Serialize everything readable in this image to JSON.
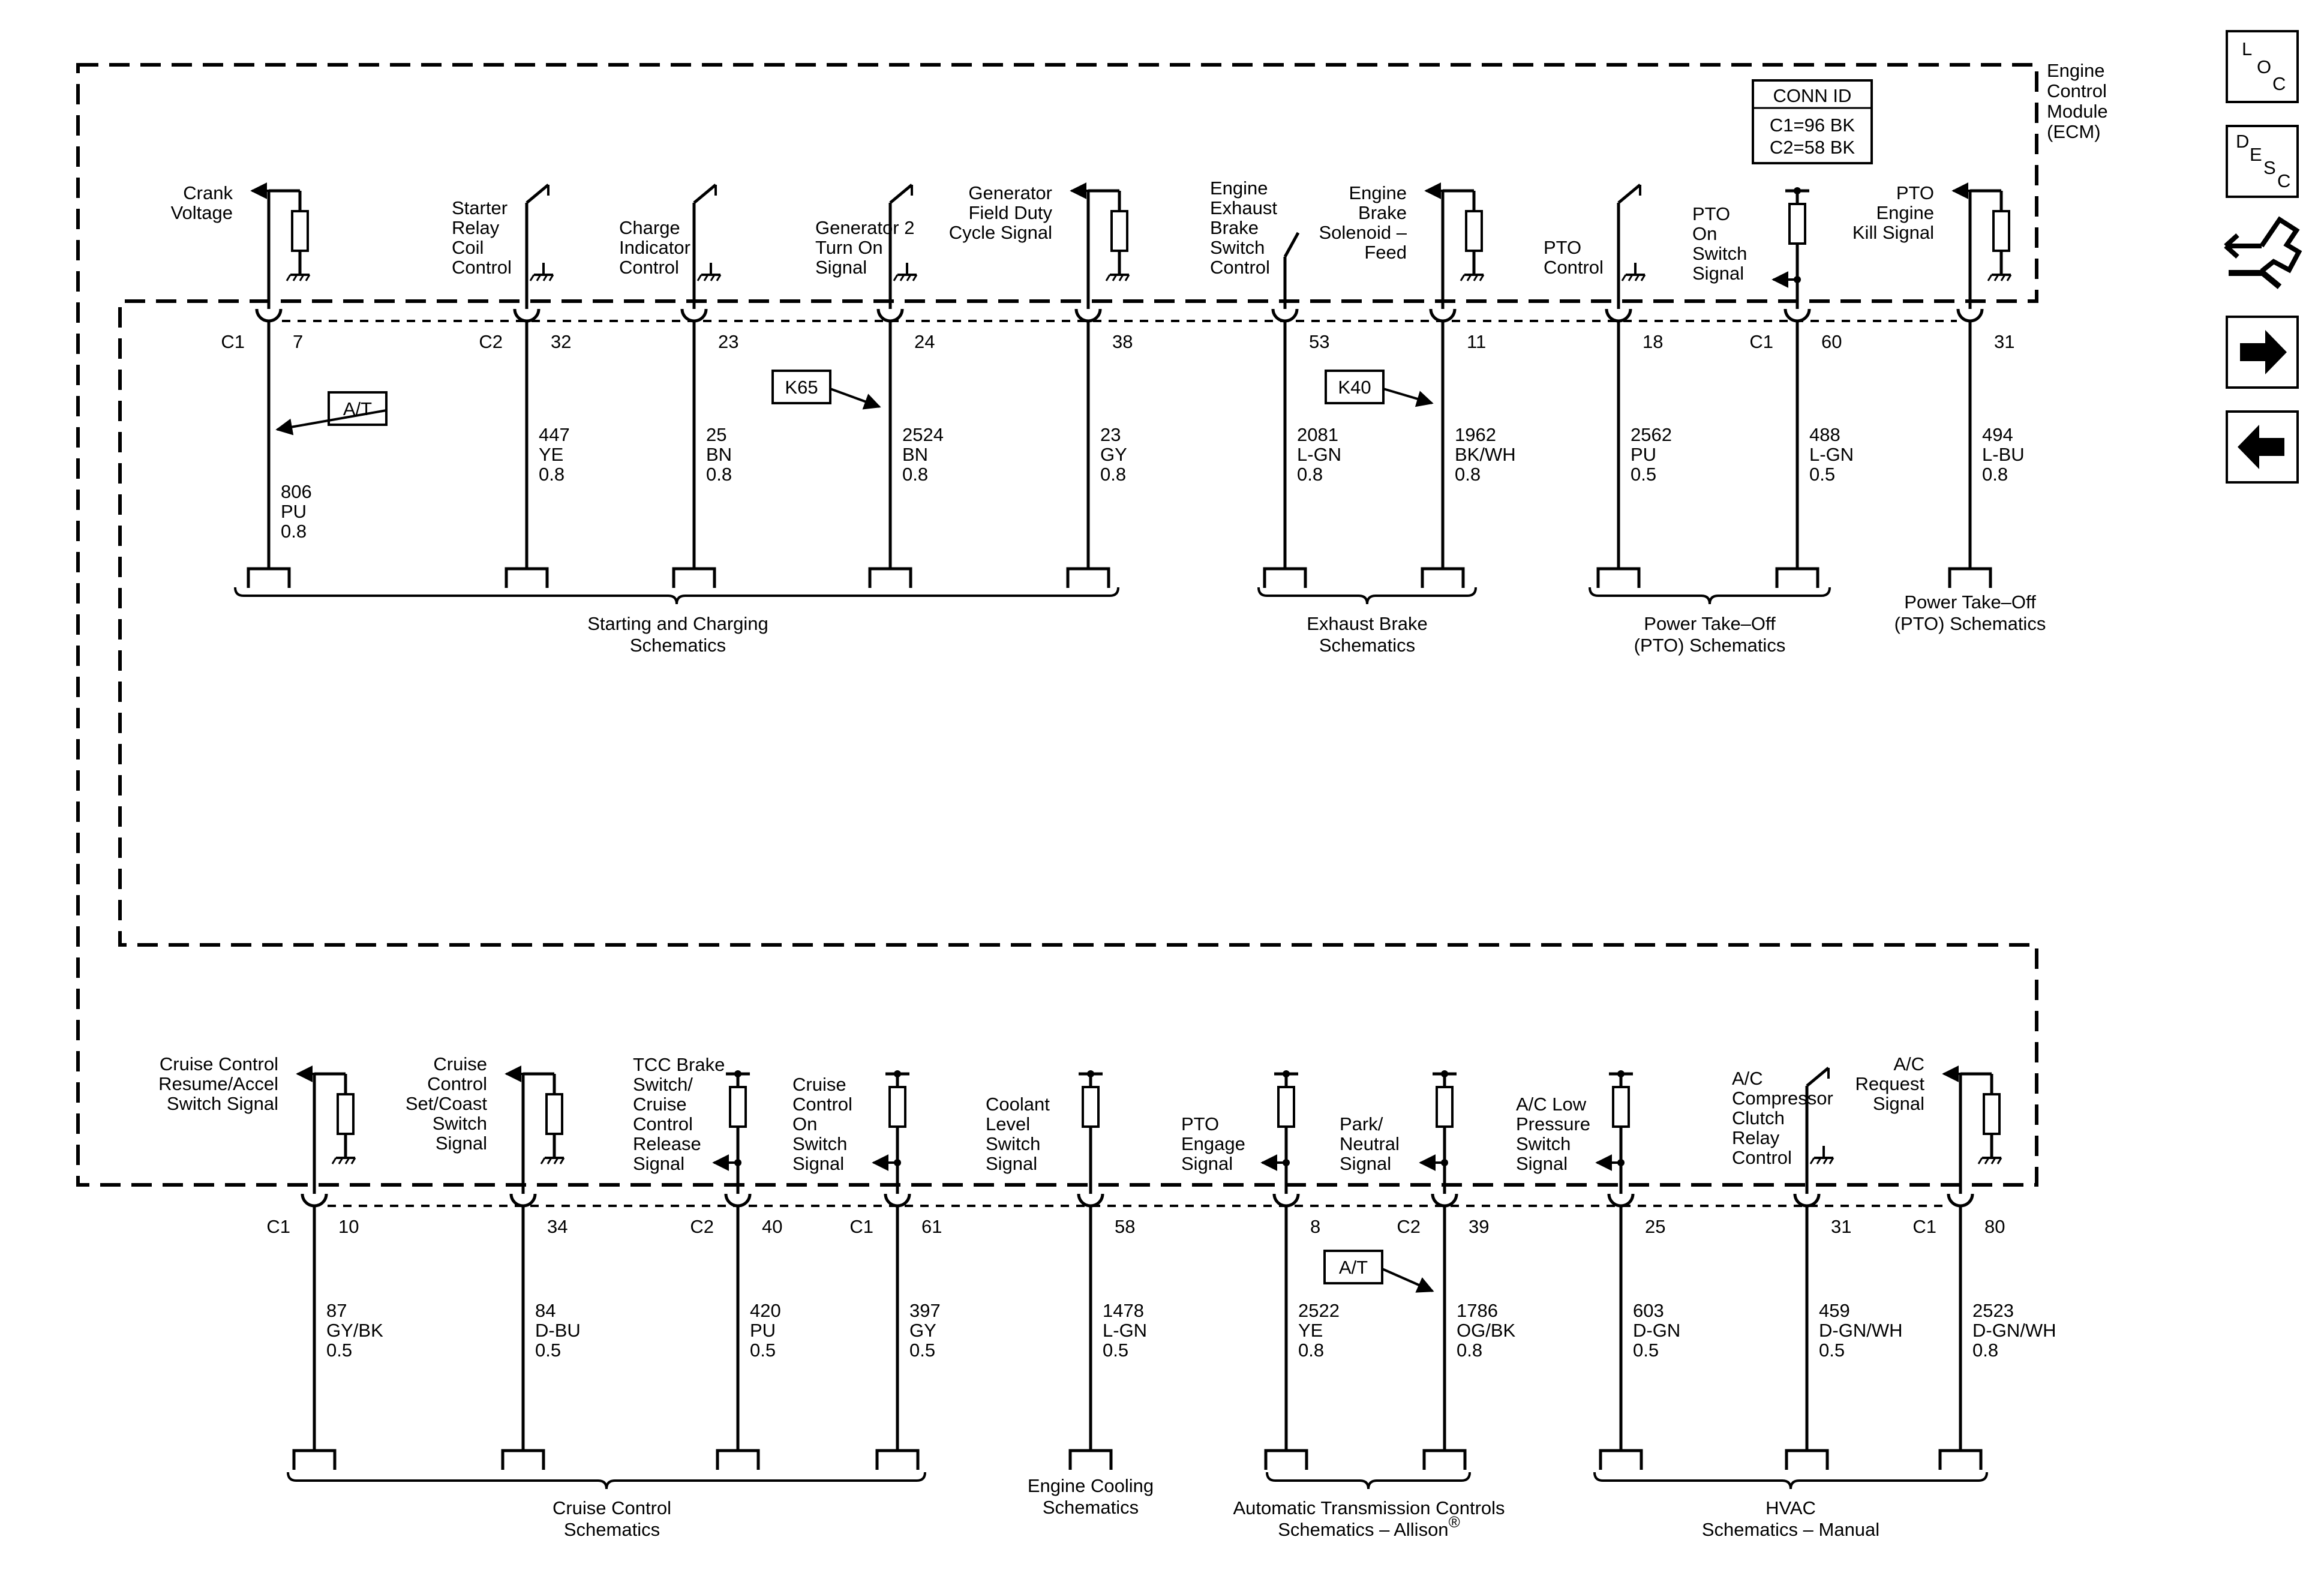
{
  "module_label": [
    "Engine",
    "Control",
    "Module",
    "(ECM)"
  ],
  "conn_id": {
    "title": "CONN ID",
    "c1": "C1=96 BK",
    "c2": "C2=58 BK"
  },
  "nav": {
    "loc": {
      "letters": [
        "L",
        "O",
        "C"
      ]
    },
    "desc": {
      "letters": [
        "D",
        "E",
        "S",
        "C"
      ]
    },
    "icons": [
      "connector-view-icon",
      "next-page-arrow-icon",
      "previous-page-arrow-icon"
    ]
  },
  "top_circuits": [
    {
      "conn": "C1",
      "pin": "7",
      "func": [
        "Crank",
        "Voltage"
      ],
      "type": "output_resistor",
      "wire": [
        "806",
        "PU",
        "0.8"
      ],
      "note": "A/T"
    },
    {
      "conn": "C2",
      "pin": "32",
      "func": [
        "Starter",
        "Relay",
        "Coil",
        "Control"
      ],
      "type": "switch",
      "wire": [
        "447",
        "YE",
        "0.8"
      ]
    },
    {
      "conn": "",
      "pin": "23",
      "func": [
        "Charge",
        "Indicator",
        "Control"
      ],
      "type": "switch",
      "wire": [
        "25",
        "BN",
        "0.8"
      ]
    },
    {
      "conn": "",
      "pin": "24",
      "func": [
        "Generator 2",
        "Turn On",
        "Signal"
      ],
      "type": "switch",
      "wire": [
        "2524",
        "BN",
        "0.8"
      ],
      "note": "K65"
    },
    {
      "conn": "",
      "pin": "38",
      "func": [
        "Generator",
        "Field Duty",
        "Cycle Signal"
      ],
      "type": "output_resistor",
      "wire": [
        "23",
        "GY",
        "0.8"
      ]
    },
    {
      "conn": "",
      "pin": "53",
      "func": [
        "Engine",
        "Exhaust",
        "Brake",
        "Switch",
        "Control"
      ],
      "type": "low_switch",
      "wire": [
        "2081",
        "L-GN",
        "0.8"
      ]
    },
    {
      "conn": "",
      "pin": "11",
      "func": [
        "Engine",
        "Brake",
        "Solenoid –",
        "Feed"
      ],
      "type": "output_resistor",
      "wire": [
        "1962",
        "BK/WH",
        "0.8"
      ],
      "note": "K40"
    },
    {
      "conn": "",
      "pin": "18",
      "func": [
        "PTO",
        "Control"
      ],
      "type": "switch",
      "wire": [
        "2562",
        "PU",
        "0.5"
      ]
    },
    {
      "conn": "C1",
      "pin": "60",
      "func": [
        "PTO",
        "On",
        "Switch",
        "Signal"
      ],
      "type": "pullup_input",
      "wire": [
        "488",
        "L-GN",
        "0.5"
      ]
    },
    {
      "conn": "",
      "pin": "31",
      "func": [
        "PTO",
        "Engine",
        "Kill Signal"
      ],
      "type": "output_resistor",
      "wire": [
        "494",
        "L-BU",
        "0.8"
      ]
    }
  ],
  "top_groups": [
    {
      "text": [
        "Starting and Charging",
        "Schematics"
      ]
    },
    {
      "text": [
        "Exhaust Brake",
        "Schematics"
      ]
    },
    {
      "text": [
        "Power Take–Off",
        "(PTO) Schematics"
      ]
    },
    {
      "text": [
        "Power Take–Off",
        "(PTO) Schematics"
      ]
    }
  ],
  "bottom_circuits": [
    {
      "conn": "C1",
      "pin": "10",
      "func": [
        "Cruise Control",
        "Resume/Accel",
        "Switch Signal"
      ],
      "type": "output_resistor",
      "wire": [
        "87",
        "GY/BK",
        "0.5"
      ]
    },
    {
      "conn": "",
      "pin": "34",
      "func": [
        "Cruise",
        "Control",
        "Set/Coast",
        "Switch",
        "Signal"
      ],
      "type": "output_resistor",
      "wire": [
        "84",
        "D-BU",
        "0.5"
      ]
    },
    {
      "conn": "C2",
      "pin": "40",
      "func": [
        "TCC Brake",
        "Switch/",
        "Cruise",
        "Control",
        "Release",
        "Signal"
      ],
      "type": "pullup_input",
      "wire": [
        "420",
        "PU",
        "0.5"
      ]
    },
    {
      "conn": "C1",
      "pin": "61",
      "func": [
        "Cruise",
        "Control",
        "On",
        "Switch",
        "Signal"
      ],
      "type": "pullup_input",
      "wire": [
        "397",
        "GY",
        "0.5"
      ]
    },
    {
      "conn": "",
      "pin": "58",
      "func": [
        "Coolant",
        "Level",
        "Switch",
        "Signal"
      ],
      "type": "pullup_input_noarrow",
      "wire": [
        "1478",
        "L-GN",
        "0.5"
      ]
    },
    {
      "conn": "",
      "pin": "8",
      "func": [
        "PTO",
        "Engage",
        "Signal"
      ],
      "type": "pullup_input",
      "wire": [
        "2522",
        "YE",
        "0.8"
      ]
    },
    {
      "conn": "C2",
      "pin": "39",
      "func": [
        "Park/",
        "Neutral",
        "Signal"
      ],
      "type": "pullup_input",
      "wire": [
        "1786",
        "OG/BK",
        "0.8"
      ],
      "note": "A/T"
    },
    {
      "conn": "",
      "pin": "25",
      "func": [
        "A/C Low",
        "Pressure",
        "Switch",
        "Signal"
      ],
      "type": "pullup_input",
      "wire": [
        "603",
        "D-GN",
        "0.5"
      ]
    },
    {
      "conn": "",
      "pin": "31",
      "func": [
        "A/C",
        "Compressor",
        "Clutch",
        "Relay",
        "Control"
      ],
      "type": "switch",
      "wire": [
        "459",
        "D-GN/WH",
        "0.5"
      ]
    },
    {
      "conn": "C1",
      "pin": "80",
      "func": [
        "A/C",
        "Request",
        "Signal"
      ],
      "type": "output_resistor",
      "wire": [
        "2523",
        "D-GN/WH",
        "0.8"
      ]
    }
  ],
  "bottom_groups": [
    {
      "text": [
        "Cruise Control",
        "Schematics"
      ]
    },
    {
      "text": [
        "Engine Cooling",
        "Schematics"
      ]
    },
    {
      "text": [
        "Automatic Transmission Controls",
        "Schematics – Allison"
      ],
      "mark": "®"
    },
    {
      "text": [
        "HVAC",
        "Schematics – Manual"
      ]
    }
  ]
}
